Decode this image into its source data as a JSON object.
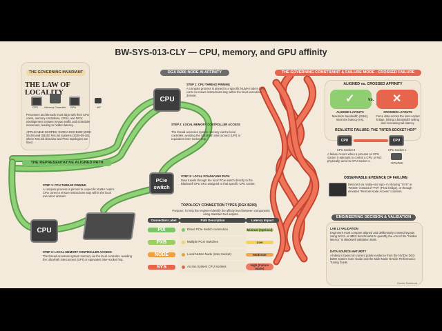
{
  "title": "BW-SYS-013-CLY — CPU, memory, and GPU affinity",
  "invariant": {
    "header": "THE GOVERNING INVARIANT",
    "law": "THE LAW OF LOCALITY",
    "icons": [
      "CPU",
      "Memory Controller",
      "GPU",
      "NIC"
    ],
    "body": "Processes and threads must align with their CPU cores, memory controllers, CPUs, and NICs; misalignment creates remote traffic and scheduler movement, leading to hidden latency.",
    "scope": "APPLICABLE SCOPES: NVIDIA DGX B200 (2020-06-29) and GB200 NVLink systems (2020-08-28), where NVLink domains and PCIe topologies are fixed."
  },
  "affinity": {
    "header": "DGX B200 NODE AI AFFINITY",
    "aligned_path_label": "THE REPRESENTATIVE ALIGNED PATH",
    "cpu_label": "CPU",
    "switch_label": "PCIe switch",
    "steps": [
      {
        "title": "STEP 1: CPU THREAD PINNING",
        "body": "A compute process is pinned to a specific NUMA node's CPU cores to ensure instructions stay within the local execution domain."
      },
      {
        "title": "STEP 2: LOCAL MEMORY CONTROLLER ACCESS",
        "body": "The thread accesses system memory via the local controller, avoiding the UltraPath interconnect (UPI) or equivalent inter-socket hop."
      },
      {
        "title": "STEP 3: LOCAL PCIe/NVLINK PATH",
        "body": "Data travels through the local PCIe switch directly to the Blackwell GPU SKU assigned to that specific CPU socket."
      }
    ],
    "lower_steps": [
      {
        "title": "STEP 1: CPU THREAD PINNING",
        "body": "A compute process is pinned to a specific NUMA node's CPU cores to ensure instructions stay within the local execution domain."
      },
      {
        "title": "STEP 2: LOCAL MEMORY CONTROLLER ACCESS",
        "body": "The thread accesses system memory via the local controller, avoiding the UltraPath interconnect (UPI) or equivalent inter-socket hop."
      }
    ]
  },
  "topology": {
    "title": "TOPOLOGY CONNECTION TYPES (DGX B200)",
    "purpose": "Purpose: To help the engineer identify the affinity level between components using standard tool outputs.",
    "columns": [
      "Connection Label",
      "Path Description",
      "Latency Impact"
    ],
    "rows": [
      {
        "label": "PIX",
        "desc": "Direct PCIe Switch connection",
        "latency": "Minimal (Optimal)",
        "color": "#7cc36a",
        "lat_color": "#b7d96b"
      },
      {
        "label": "PXB",
        "desc": "Multiple PCIe Switches",
        "latency": "Low",
        "color": "#9ccf63",
        "lat_color": "#f1d35c"
      },
      {
        "label": "NODE",
        "desc": "Local NUMA Node (Inter-Socket)",
        "latency": "Moderate",
        "color": "#f0a03c",
        "lat_color": "#f3a64a"
      },
      {
        "label": "SYS",
        "desc": "Across System CPU Sockets",
        "latency": "High (Failure Mode)",
        "color": "#e8654d",
        "lat_color": "#ee7a62"
      }
    ]
  },
  "constraint": {
    "header": "THE GOVERNING CONSTRAINT & FAILURE MODE - CROSSED FAILURE",
    "compare_title": "ALIGNED vs. CROSSED AFFINITY",
    "vs": "vs.",
    "aligned_title": "ALIGNED LAYOUTS",
    "aligned_body": "Maximize bandwidth (GB/s), minimize latency (ns).",
    "crossed_title": "CROSSED LAYOUTS",
    "crossed_body": "Force data across the inter-socket bridge, hitting a bandwidth ceiling and increasing tail latency.",
    "realistic_title": "REALISTIC FAILURE: THE \"INTER-SOCKET HOP\"",
    "socket0": "CPU Socket 0",
    "socket1": "CPU Socket 1",
    "gpu_nic": "GPU/NIC",
    "cpu": "CPU",
    "realistic_body": "A failure occurs when a process on CPU Socket 0 attempts to control a CPU or NIC physically wired to CPU Socket 1.",
    "evidence_title": "OBSERVABLE EVIDENCE OF FAILURE",
    "evidence_body": "Detected via nvidia-smi topo -m showing \"SYS\" or \"NODE\" instead of \"PIX\" (PCIe bridge), or through elevated \"Remote Node Access\" counters."
  },
  "engineering": {
    "header": "ENGINEERING DECISION & VALIDATION",
    "lab_title": "LAB L3 VALIDATION",
    "lab_body": "Engineers must compare aligned and deliberately crossed layouts using NCCL or IMEX benchmarks to quantify the cost of the \"hidden latency\" in Blackwell validation trials.",
    "data_title": "DATA SOURCE MATURITY",
    "data_body": "All data is based on current public-evidence from the NVIDIA DGX B200 System User Guide and the Multi-Node NVLink Performance Tuning Guide."
  },
  "watermark": "Gemini Notebook",
  "colors": {
    "green": "#7cc36a",
    "red": "#e8654d",
    "orange": "#f0a03c",
    "cream": "#f3eadb"
  }
}
